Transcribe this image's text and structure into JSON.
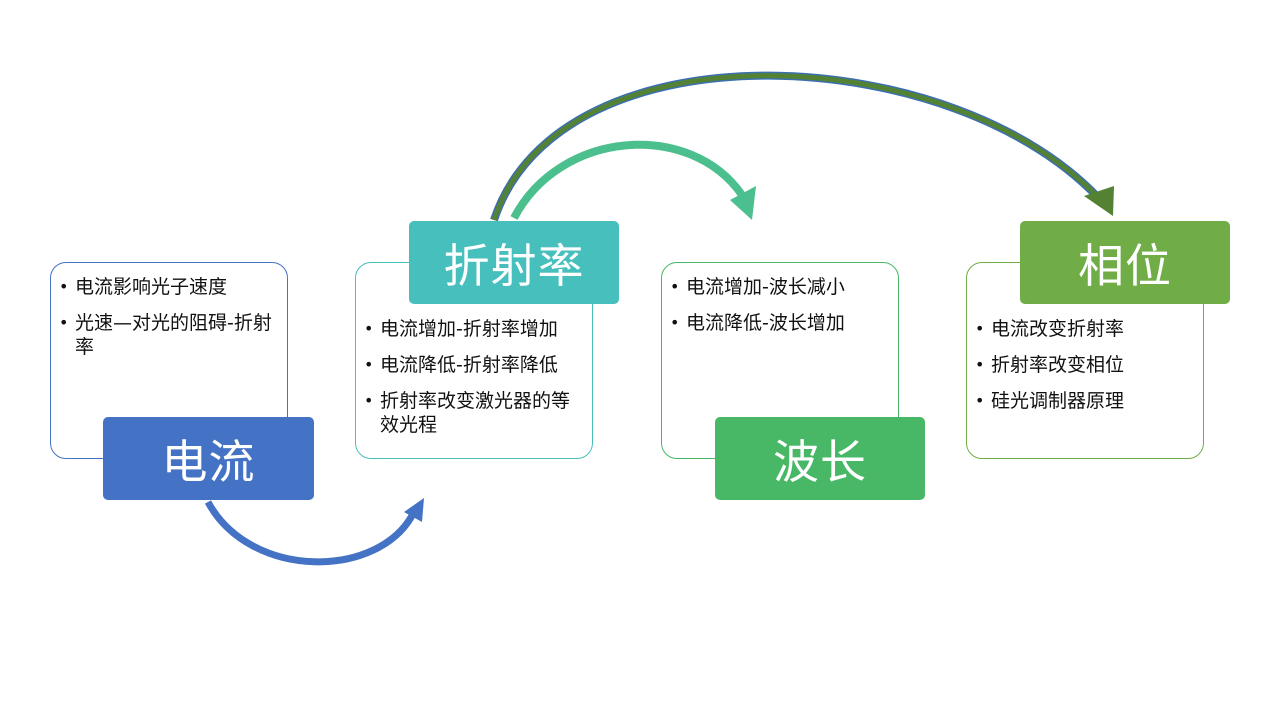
{
  "stages": {
    "current": {
      "title": "电流",
      "bullets": [
        "电流影响光子速度",
        "光速—对光的阻碍-折射率"
      ]
    },
    "index": {
      "title": "折射率",
      "bullets": [
        "电流增加-折射率增加",
        "电流降低-折射率降低",
        "折射率改变激光器的等效光程"
      ]
    },
    "wave": {
      "title": "波长",
      "bullets": [
        "电流增加-波长减小",
        "电流降低-波长增加"
      ]
    },
    "phase": {
      "title": "相位",
      "bullets": [
        "电流改变折射率",
        "折射率改变相位",
        "硅光调制器原理"
      ]
    }
  },
  "colors": {
    "current": "#4472c4",
    "index": "#46bfbd",
    "wave": "#48b866",
    "phase": "#70ad47",
    "arrow_current": "#4472c4",
    "arrow_index": "#4cbf8f",
    "arrow_phase": "#548235"
  }
}
